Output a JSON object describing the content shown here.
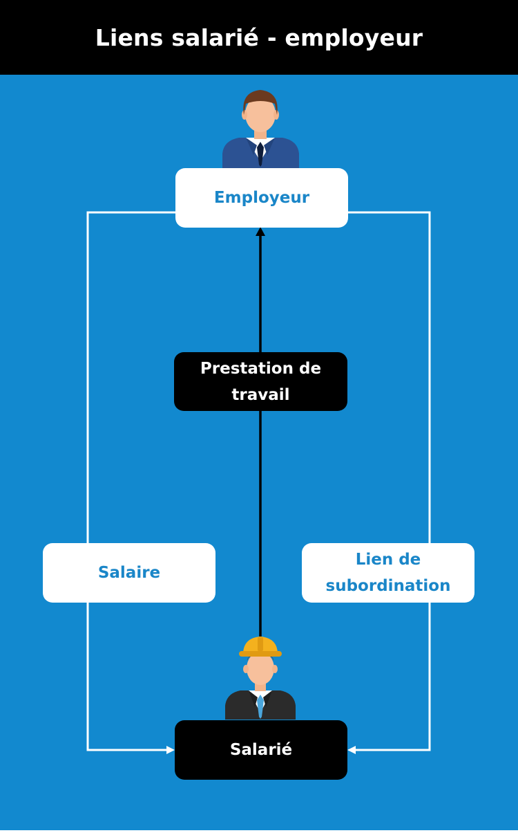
{
  "title": "Liens salarié - employeur",
  "colors": {
    "background": "#1289cf",
    "header_bg": "#000000",
    "accent_text": "#1a86c8",
    "box_white": "#ffffff",
    "box_black": "#000000",
    "connector_white": "#ffffff",
    "connector_black": "#000000"
  },
  "nodes": {
    "employer": {
      "label": "Employeur",
      "icon": "businessman-icon"
    },
    "employee": {
      "label": "Salarié",
      "icon": "worker-hardhat-icon"
    },
    "work": {
      "label_line1": "Prestation de",
      "label_line2": "travail"
    },
    "salary": {
      "label": "Salaire"
    },
    "subordination": {
      "label_line1": "Lien de",
      "label_line2": "subordination"
    }
  }
}
